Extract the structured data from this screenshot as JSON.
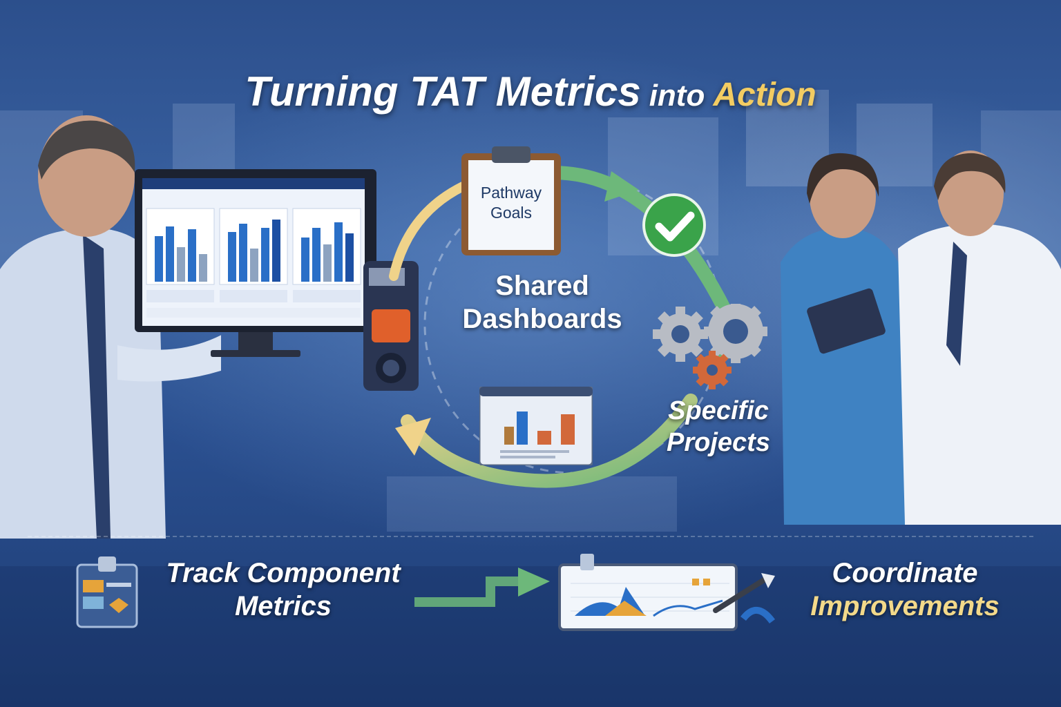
{
  "title": {
    "main": "Turning TAT Metrics",
    "into": "into",
    "action": "Action"
  },
  "cycle": {
    "clipboard": {
      "line1": "Pathway",
      "line2": "Goals"
    },
    "shared_dashboards": {
      "line1": "Shared",
      "line2": "Dashboards"
    },
    "specific_projects": {
      "line1": "Specific",
      "line2": "Projects"
    }
  },
  "bottom": {
    "track": {
      "line1": "Track Component",
      "line2": "Metrics"
    },
    "coordinate": {
      "line1": "Coordinate",
      "line2": "Improvements"
    }
  },
  "colors": {
    "title_white": "#ffffff",
    "accent_gold": "#f3cc62",
    "check_green": "#3aa34a",
    "gear_gray": "#b8bcc4",
    "gear_orange": "#d2683a",
    "bar_blue": "#2a6fc7",
    "bar_orange": "#e58b2d",
    "arrow_green": "#6db87a",
    "arrow_yellow": "#f0d38a"
  },
  "icons": [
    "clipboard-icon",
    "checkmark-icon",
    "gears-icon",
    "bar-chart-icon",
    "badge-icon",
    "chart-board-icon",
    "arrow-icon"
  ]
}
